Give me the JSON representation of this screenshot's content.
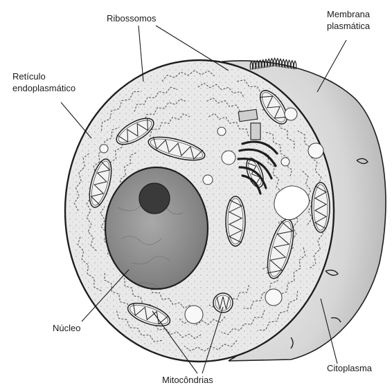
{
  "diagram": {
    "labels": {
      "ribossomos": "Ribossomos",
      "membrana_line1": "Membrana",
      "membrana_line2": "plasmática",
      "reticulo_line1": "Retículo",
      "reticulo_line2": "endoplasmático",
      "nucleo": "Núcleo",
      "citoplasma": "Citoplasma",
      "mitocondrias": "Mitocôndrias"
    },
    "colors": {
      "outline": "#1e1e1e",
      "cytoplasm_fill": "#e9e9e9",
      "outer_shade": "#cfcfcf",
      "nucleus_fill": "#8f8f8f",
      "nucleolus_fill": "#3a3a3a",
      "organelle_fill": "#f2f2f2"
    }
  }
}
